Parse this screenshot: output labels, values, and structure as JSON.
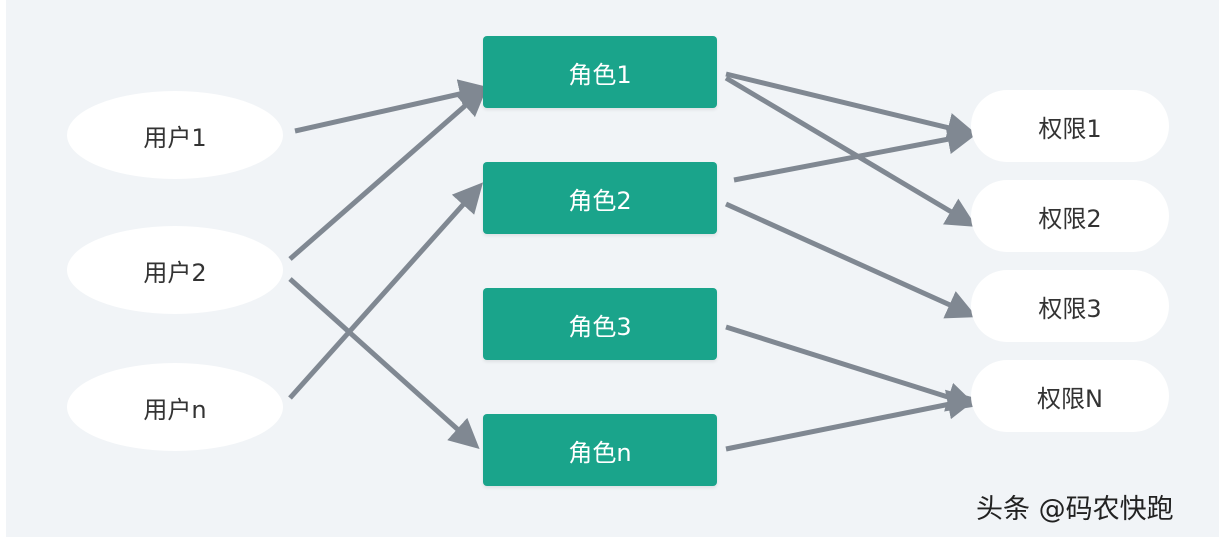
{
  "users": [
    {
      "id": "u1",
      "label": "用户1"
    },
    {
      "id": "u2",
      "label": "用户2"
    },
    {
      "id": "un",
      "label": "用户n"
    }
  ],
  "roles": [
    {
      "id": "r1",
      "label": "角色1"
    },
    {
      "id": "r2",
      "label": "角色2"
    },
    {
      "id": "r3",
      "label": "角色3"
    },
    {
      "id": "rn",
      "label": "角色n"
    }
  ],
  "permissions": [
    {
      "id": "p1",
      "label": "权限1"
    },
    {
      "id": "p2",
      "label": "权限2"
    },
    {
      "id": "p3",
      "label": "权限3"
    },
    {
      "id": "pn",
      "label": "权限N"
    }
  ],
  "edges": [
    {
      "from": "u1",
      "to": "r1"
    },
    {
      "from": "u2",
      "to": "r1"
    },
    {
      "from": "u2",
      "to": "rn"
    },
    {
      "from": "un",
      "to": "r2"
    },
    {
      "from": "r1",
      "to": "p1"
    },
    {
      "from": "r1",
      "to": "p2"
    },
    {
      "from": "r2",
      "to": "p1"
    },
    {
      "from": "r2",
      "to": "p3"
    },
    {
      "from": "r3",
      "to": "pn"
    },
    {
      "from": "rn",
      "to": "pn"
    }
  ],
  "colors": {
    "background": "#f1f4f7",
    "role_fill": "#1aa48b",
    "arrow": "#808892"
  },
  "watermark": "头条 @码农快跑"
}
